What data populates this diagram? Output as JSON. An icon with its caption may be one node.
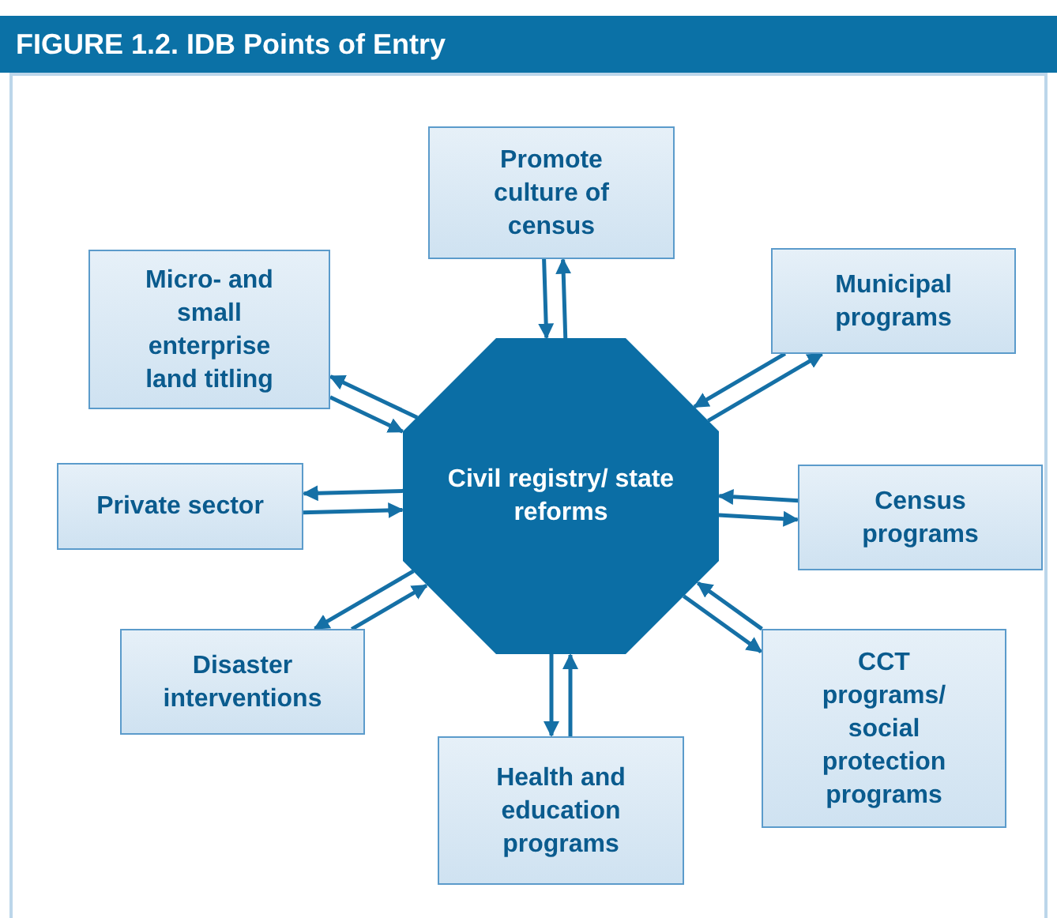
{
  "diagram": {
    "title": "FIGURE 1.2. IDB Points of Entry",
    "nodes": [
      {
        "text": [
          "Civil registry/ state reforms"
        ]
      },
      {
        "text": [
          "Promote culture of census"
        ]
      },
      {
        "text": [
          "Micro- and small enterprise land titling"
        ]
      },
      {
        "text": [
          "Municipal programs"
        ]
      },
      {
        "text": [
          "Private sector"
        ]
      },
      {
        "text": [
          "Census programs"
        ]
      },
      {
        "text": [
          "Disaster interventions"
        ]
      },
      {
        "text": [
          "CCT programs/ social protection programs"
        ]
      },
      {
        "text": [
          "Health and education programs"
        ]
      }
    ],
    "edges": [
      {
        "from": 0,
        "to": 1,
        "arrow": "to"
      },
      {
        "from": 1,
        "to": 0,
        "arrow": "to"
      },
      {
        "from": 2,
        "to": 0,
        "arrow": "to"
      },
      {
        "from": 0,
        "to": 2,
        "arrow": "to"
      },
      {
        "from": 0,
        "to": 3,
        "arrow": "to"
      },
      {
        "from": 3,
        "to": 0,
        "arrow": "to"
      },
      {
        "from": 4,
        "to": 0,
        "arrow": "to"
      },
      {
        "from": 0,
        "to": 4,
        "arrow": "to"
      },
      {
        "from": 0,
        "to": 5,
        "arrow": "to"
      },
      {
        "from": 5,
        "to": 0,
        "arrow": "to"
      },
      {
        "from": 6,
        "to": 0,
        "arrow": "to"
      },
      {
        "from": 0,
        "to": 6,
        "arrow": "to"
      },
      {
        "from": 0,
        "to": 7,
        "arrow": "to"
      },
      {
        "from": 7,
        "to": 0,
        "arrow": "to"
      },
      {
        "from": 0,
        "to": 8,
        "arrow": "to"
      },
      {
        "from": 8,
        "to": 0,
        "arrow": "to"
      }
    ]
  }
}
